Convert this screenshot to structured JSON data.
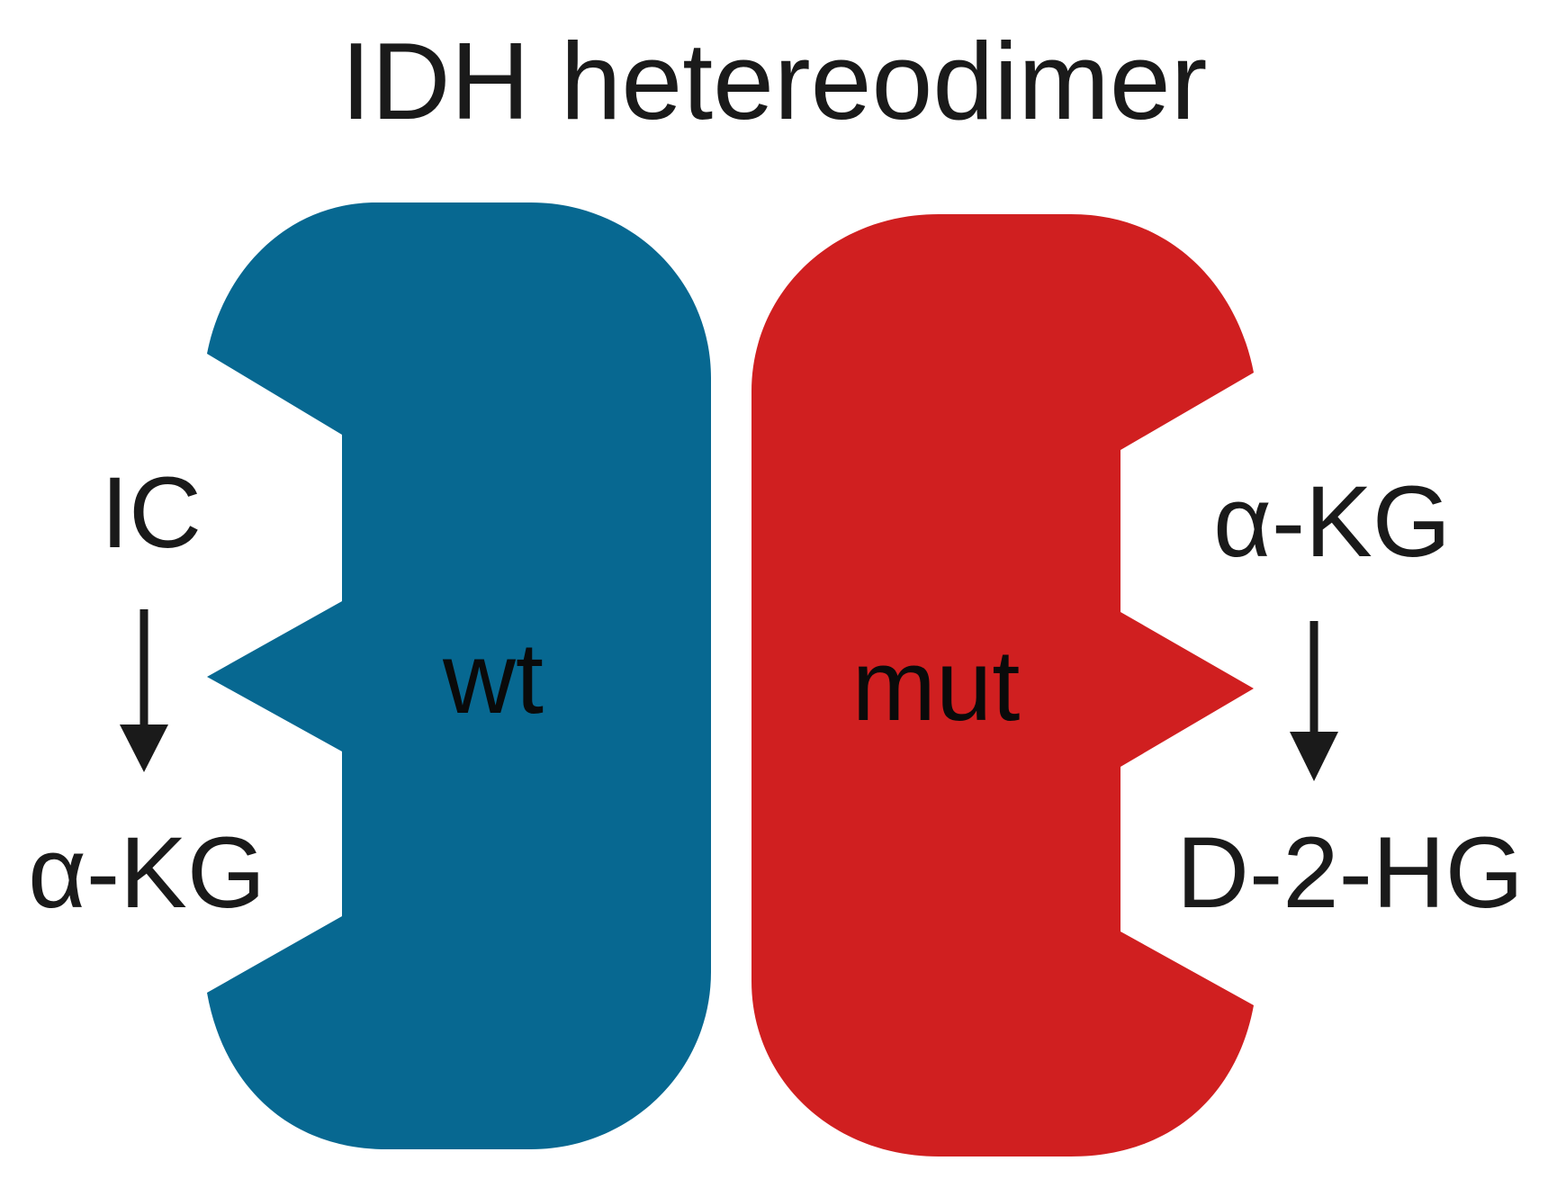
{
  "title": "IDH hetereodimer",
  "wt_monomer": {
    "label": "wt",
    "color": "#076891",
    "reaction": {
      "substrate": "IC",
      "product": "α-KG"
    }
  },
  "mut_monomer": {
    "label": "mut",
    "color": "#d01f20",
    "reaction": {
      "substrate": "α-KG",
      "product": "D-2-HG"
    }
  },
  "text_color": "#1a1a1a"
}
